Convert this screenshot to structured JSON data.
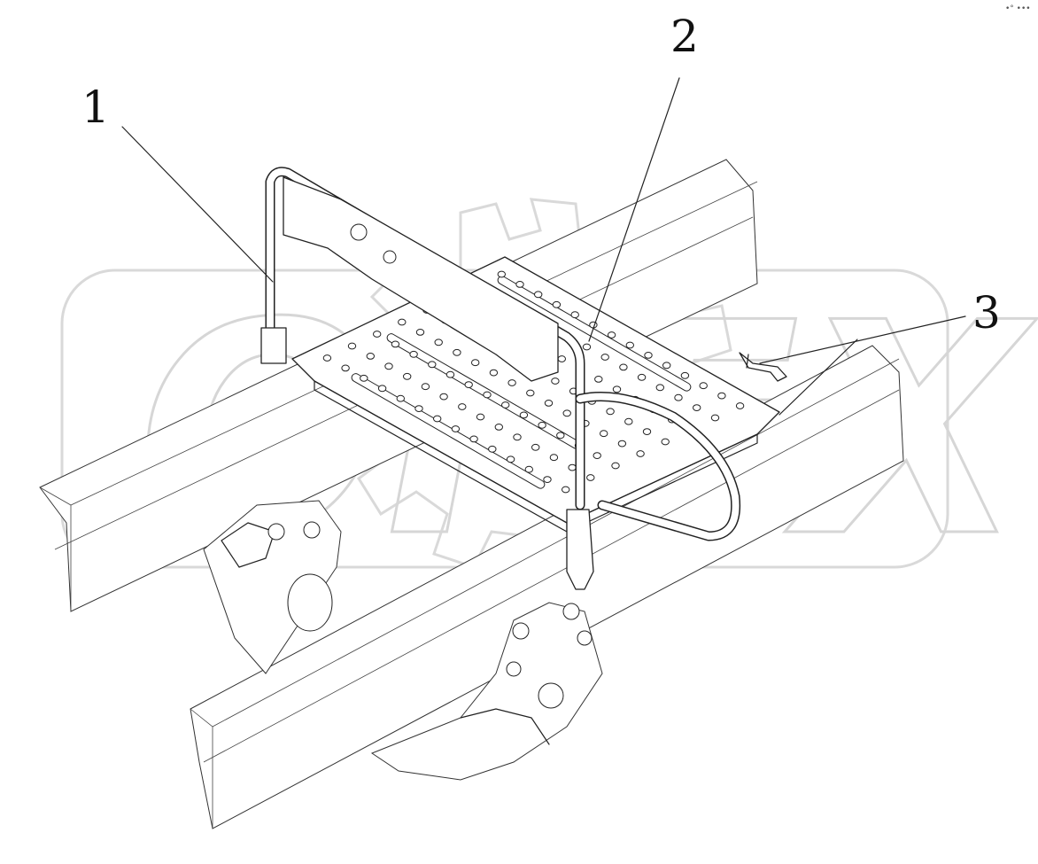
{
  "callouts": [
    {
      "id": "1",
      "label": "1"
    },
    {
      "id": "2",
      "label": "2"
    },
    {
      "id": "3",
      "label": "3"
    }
  ],
  "watermark": {
    "text": "OPEX"
  },
  "corner_mark": "•° •••"
}
